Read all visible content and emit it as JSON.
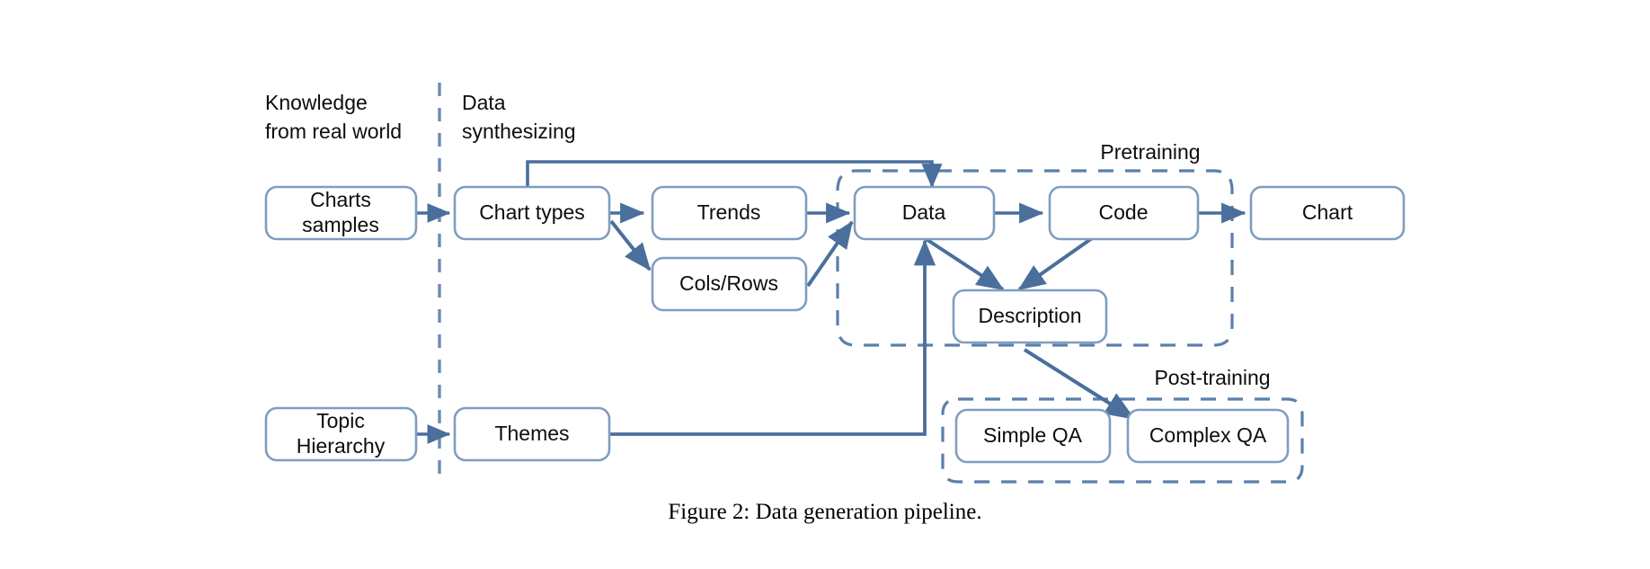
{
  "figure": {
    "caption": "Figure 2: Data generation pipeline.",
    "colors": {
      "node_border": "#7f9dc0",
      "node_fill": "#ffffff",
      "arrow": "#4a6f9c",
      "divider": "#6d8cb0",
      "group_dash": "#5b7fab",
      "text": "#0d0d0d"
    }
  },
  "stage_labels": [
    {
      "id": "knowledge",
      "line1": "Knowledge",
      "line2": "from real world"
    },
    {
      "id": "synthesizing",
      "line1": "Data",
      "line2": "synthesizing"
    }
  ],
  "group_labels": [
    {
      "id": "pretraining",
      "label": "Pretraining"
    },
    {
      "id": "post-training",
      "label": "Post-training"
    }
  ],
  "nodes": [
    {
      "id": "charts-samples",
      "line1": "Charts",
      "line2": "samples"
    },
    {
      "id": "chart-types",
      "label": "Chart types"
    },
    {
      "id": "trends",
      "label": "Trends"
    },
    {
      "id": "cols-rows",
      "label": "Cols/Rows"
    },
    {
      "id": "data",
      "label": "Data"
    },
    {
      "id": "code",
      "label": "Code"
    },
    {
      "id": "chart",
      "label": "Chart"
    },
    {
      "id": "description",
      "label": "Description"
    },
    {
      "id": "topic-hierarchy",
      "line1": "Topic",
      "line2": "Hierarchy"
    },
    {
      "id": "themes",
      "label": "Themes"
    },
    {
      "id": "simple-qa",
      "label": "Simple QA"
    },
    {
      "id": "complex-qa",
      "label": "Complex QA"
    }
  ],
  "edges": [
    {
      "from": "charts-samples",
      "to": "chart-types"
    },
    {
      "from": "chart-types",
      "to": "trends"
    },
    {
      "from": "chart-types",
      "to": "cols-rows"
    },
    {
      "from": "chart-types",
      "to": "data",
      "style": "loop-back-top"
    },
    {
      "from": "trends",
      "to": "data"
    },
    {
      "from": "cols-rows",
      "to": "data"
    },
    {
      "from": "data",
      "to": "code"
    },
    {
      "from": "data",
      "to": "description"
    },
    {
      "from": "code",
      "to": "description"
    },
    {
      "from": "code",
      "to": "chart"
    },
    {
      "from": "topic-hierarchy",
      "to": "themes"
    },
    {
      "from": "themes",
      "to": "data",
      "style": "elbow-up"
    },
    {
      "from": "pretraining",
      "to": "post-training",
      "style": "diagonal"
    }
  ]
}
